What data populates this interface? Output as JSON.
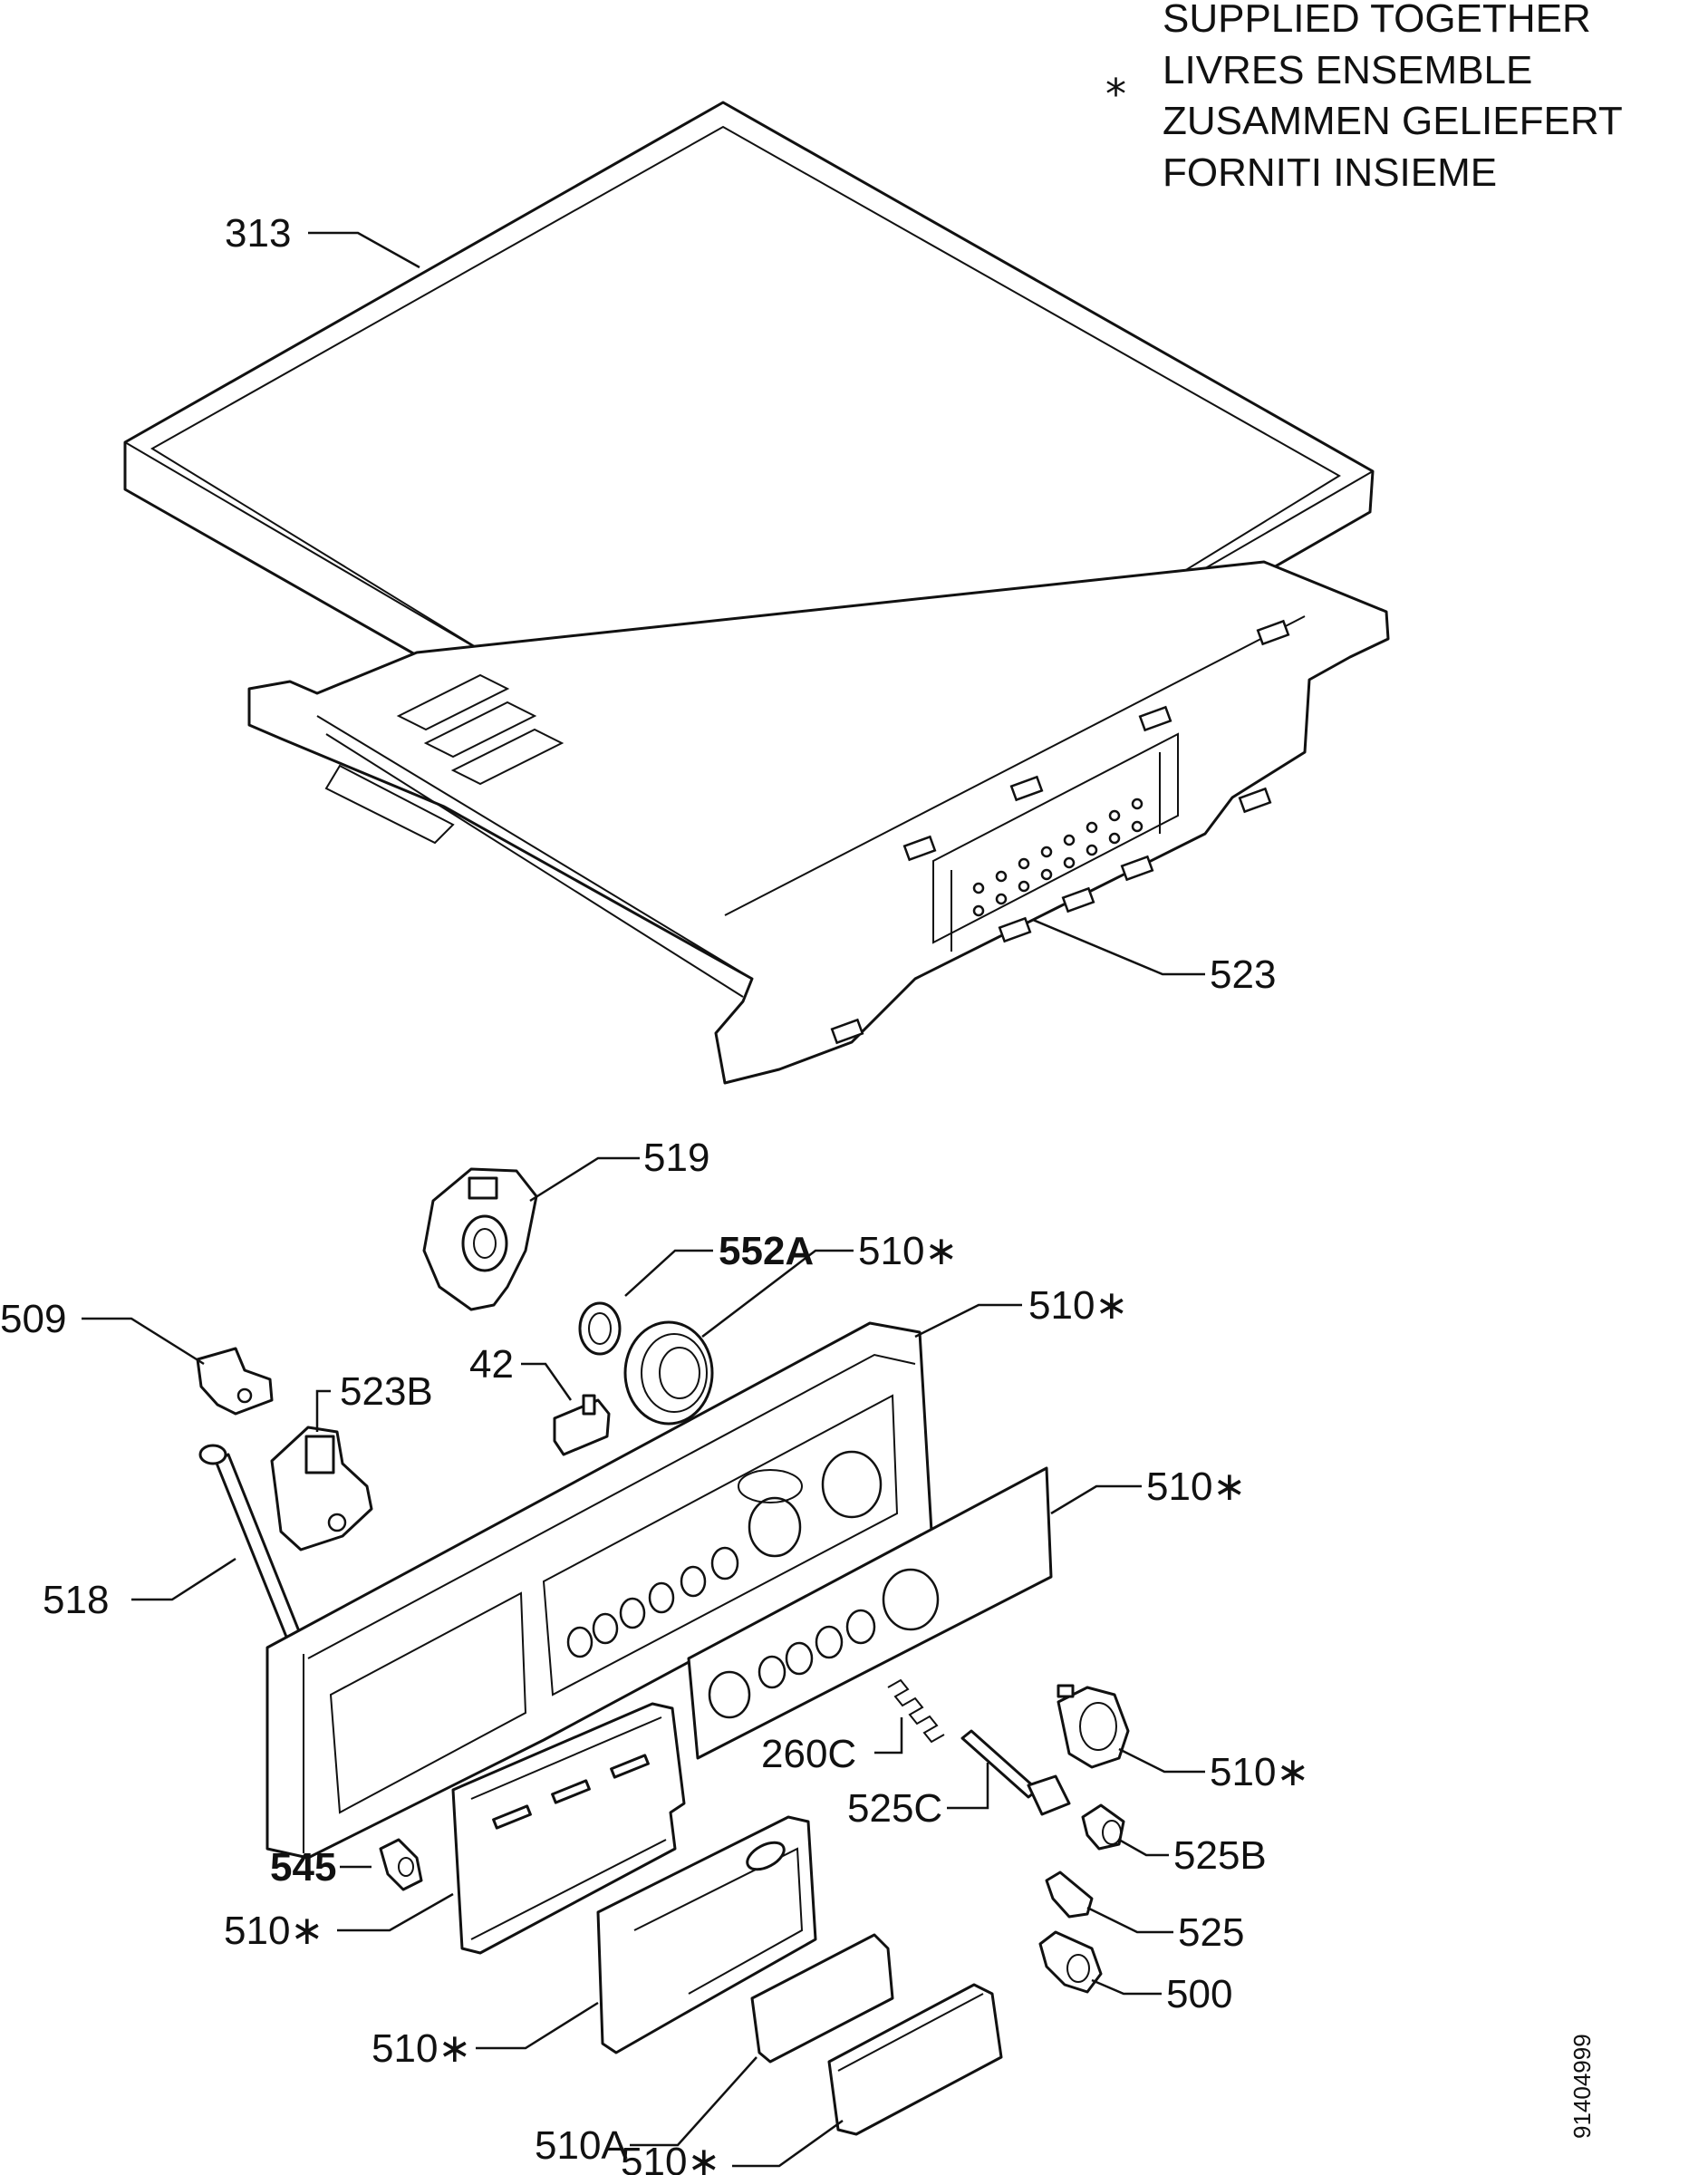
{
  "note": {
    "asterisk": "*",
    "lines": [
      "SUPPLIED TOGETHER",
      "LIVRES ENSEMBLE",
      "ZUSAMMEN GELIEFERT",
      "FORNITI INSIEME"
    ]
  },
  "callouts": {
    "c313": "313",
    "c523": "523",
    "c519": "519",
    "c552a": "552A",
    "c510_knob_top": "510∗",
    "c509": "509",
    "c42": "42",
    "c510_panel": "510∗",
    "c523b": "523B",
    "c510_front": "510∗",
    "c518": "518",
    "c260c": "260C",
    "c525c": "525C",
    "c510_knob_right": "510∗",
    "c525b": "525B",
    "c545": "545",
    "c510_drawer": "510∗",
    "c525": "525",
    "c500": "500",
    "c510_door": "510∗",
    "c510a": "510A",
    "c510_handle": "510∗"
  },
  "drawing_code": "91404999"
}
